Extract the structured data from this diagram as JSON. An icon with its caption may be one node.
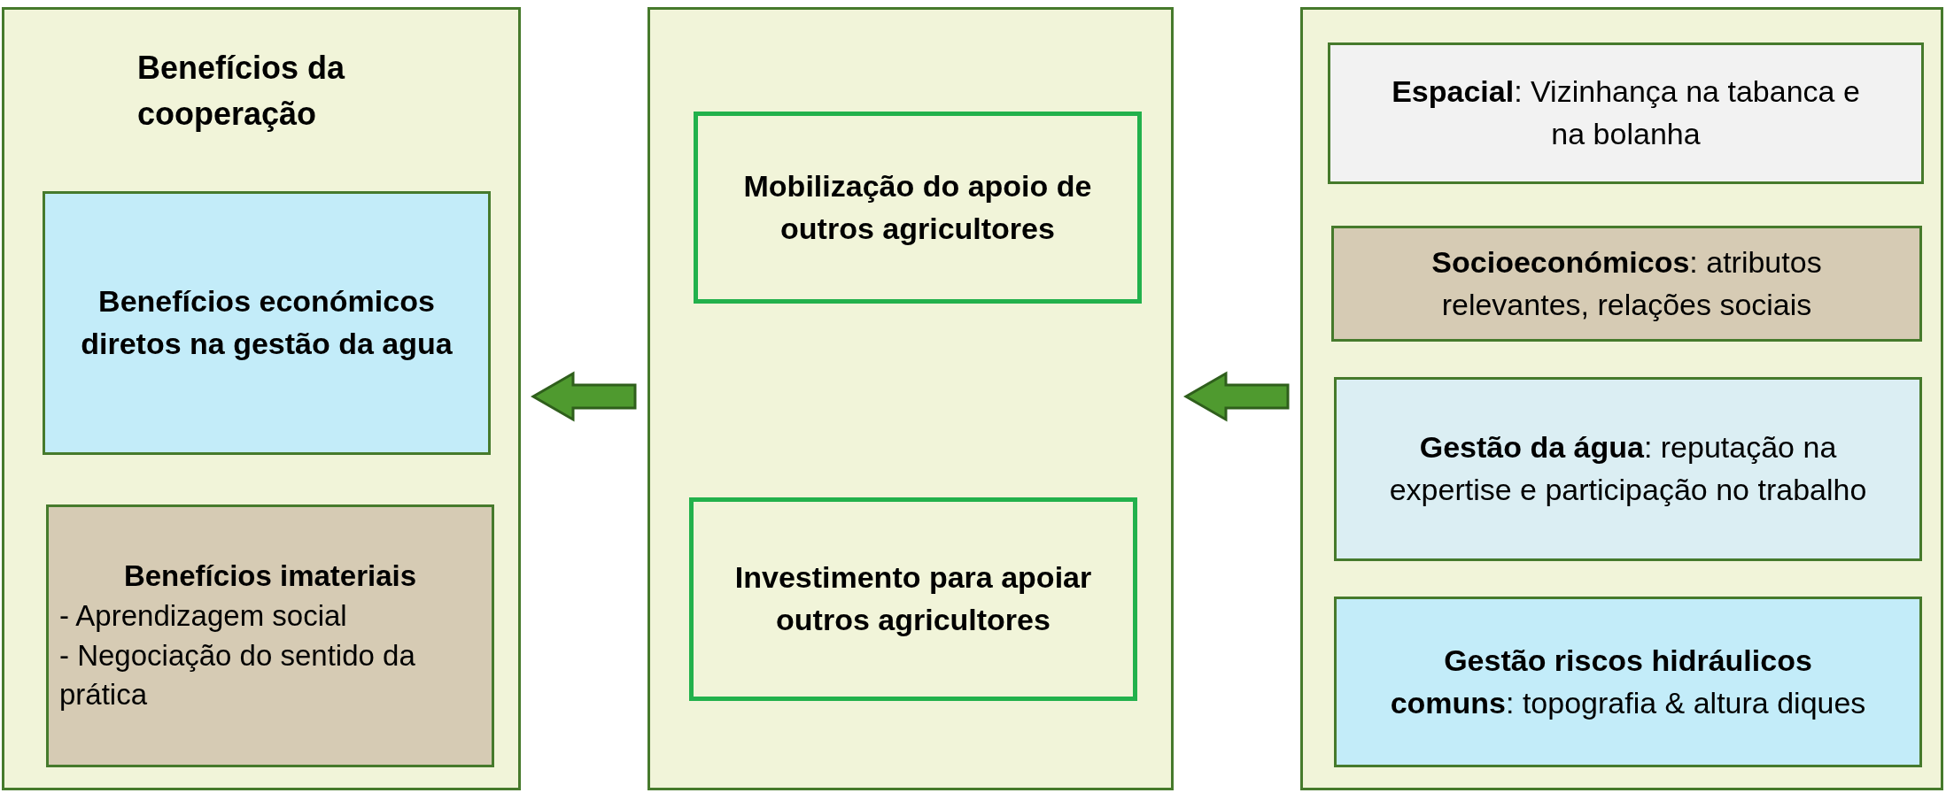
{
  "diagram": {
    "nodes": [
      {
        "text": [
          "Benefícios da cooperação"
        ]
      },
      {
        "text": [
          "Benefícios económicos diretos na gestão da agua"
        ],
        "in": 0
      },
      {
        "text": [
          "Benefícios imateriais",
          "- Aprendizagem social",
          "- Negociação do sentido da prática"
        ],
        "in": 0
      },
      {
        "text": [],
        "shape": "box"
      },
      {
        "text": [
          "Mobilização do apoio de outros agricultores"
        ],
        "in": 3
      },
      {
        "text": [
          "Investimento para apoiar outros agricultores"
        ],
        "in": 3
      },
      {
        "text": [],
        "shape": "box"
      },
      {
        "text": [
          "**Espacial**: Vizinhança na tabanca e na bolanha"
        ],
        "in": 6
      },
      {
        "text": [
          "**Socioeconómicos**: atributos relevantes, relações sociais"
        ],
        "in": 6
      },
      {
        "text": [
          "**Gestão da água**: reputação na expertise e participação no trabalho"
        ],
        "in": 6
      },
      {
        "text": [
          "**Gestão riscos hidráulicos comuns**: topografia & altura diques"
        ],
        "in": 6
      }
    ],
    "edges": [
      {
        "from": 3,
        "to": 0,
        "arrow": "to"
      },
      {
        "from": 6,
        "to": 3,
        "arrow": "to"
      }
    ]
  }
}
